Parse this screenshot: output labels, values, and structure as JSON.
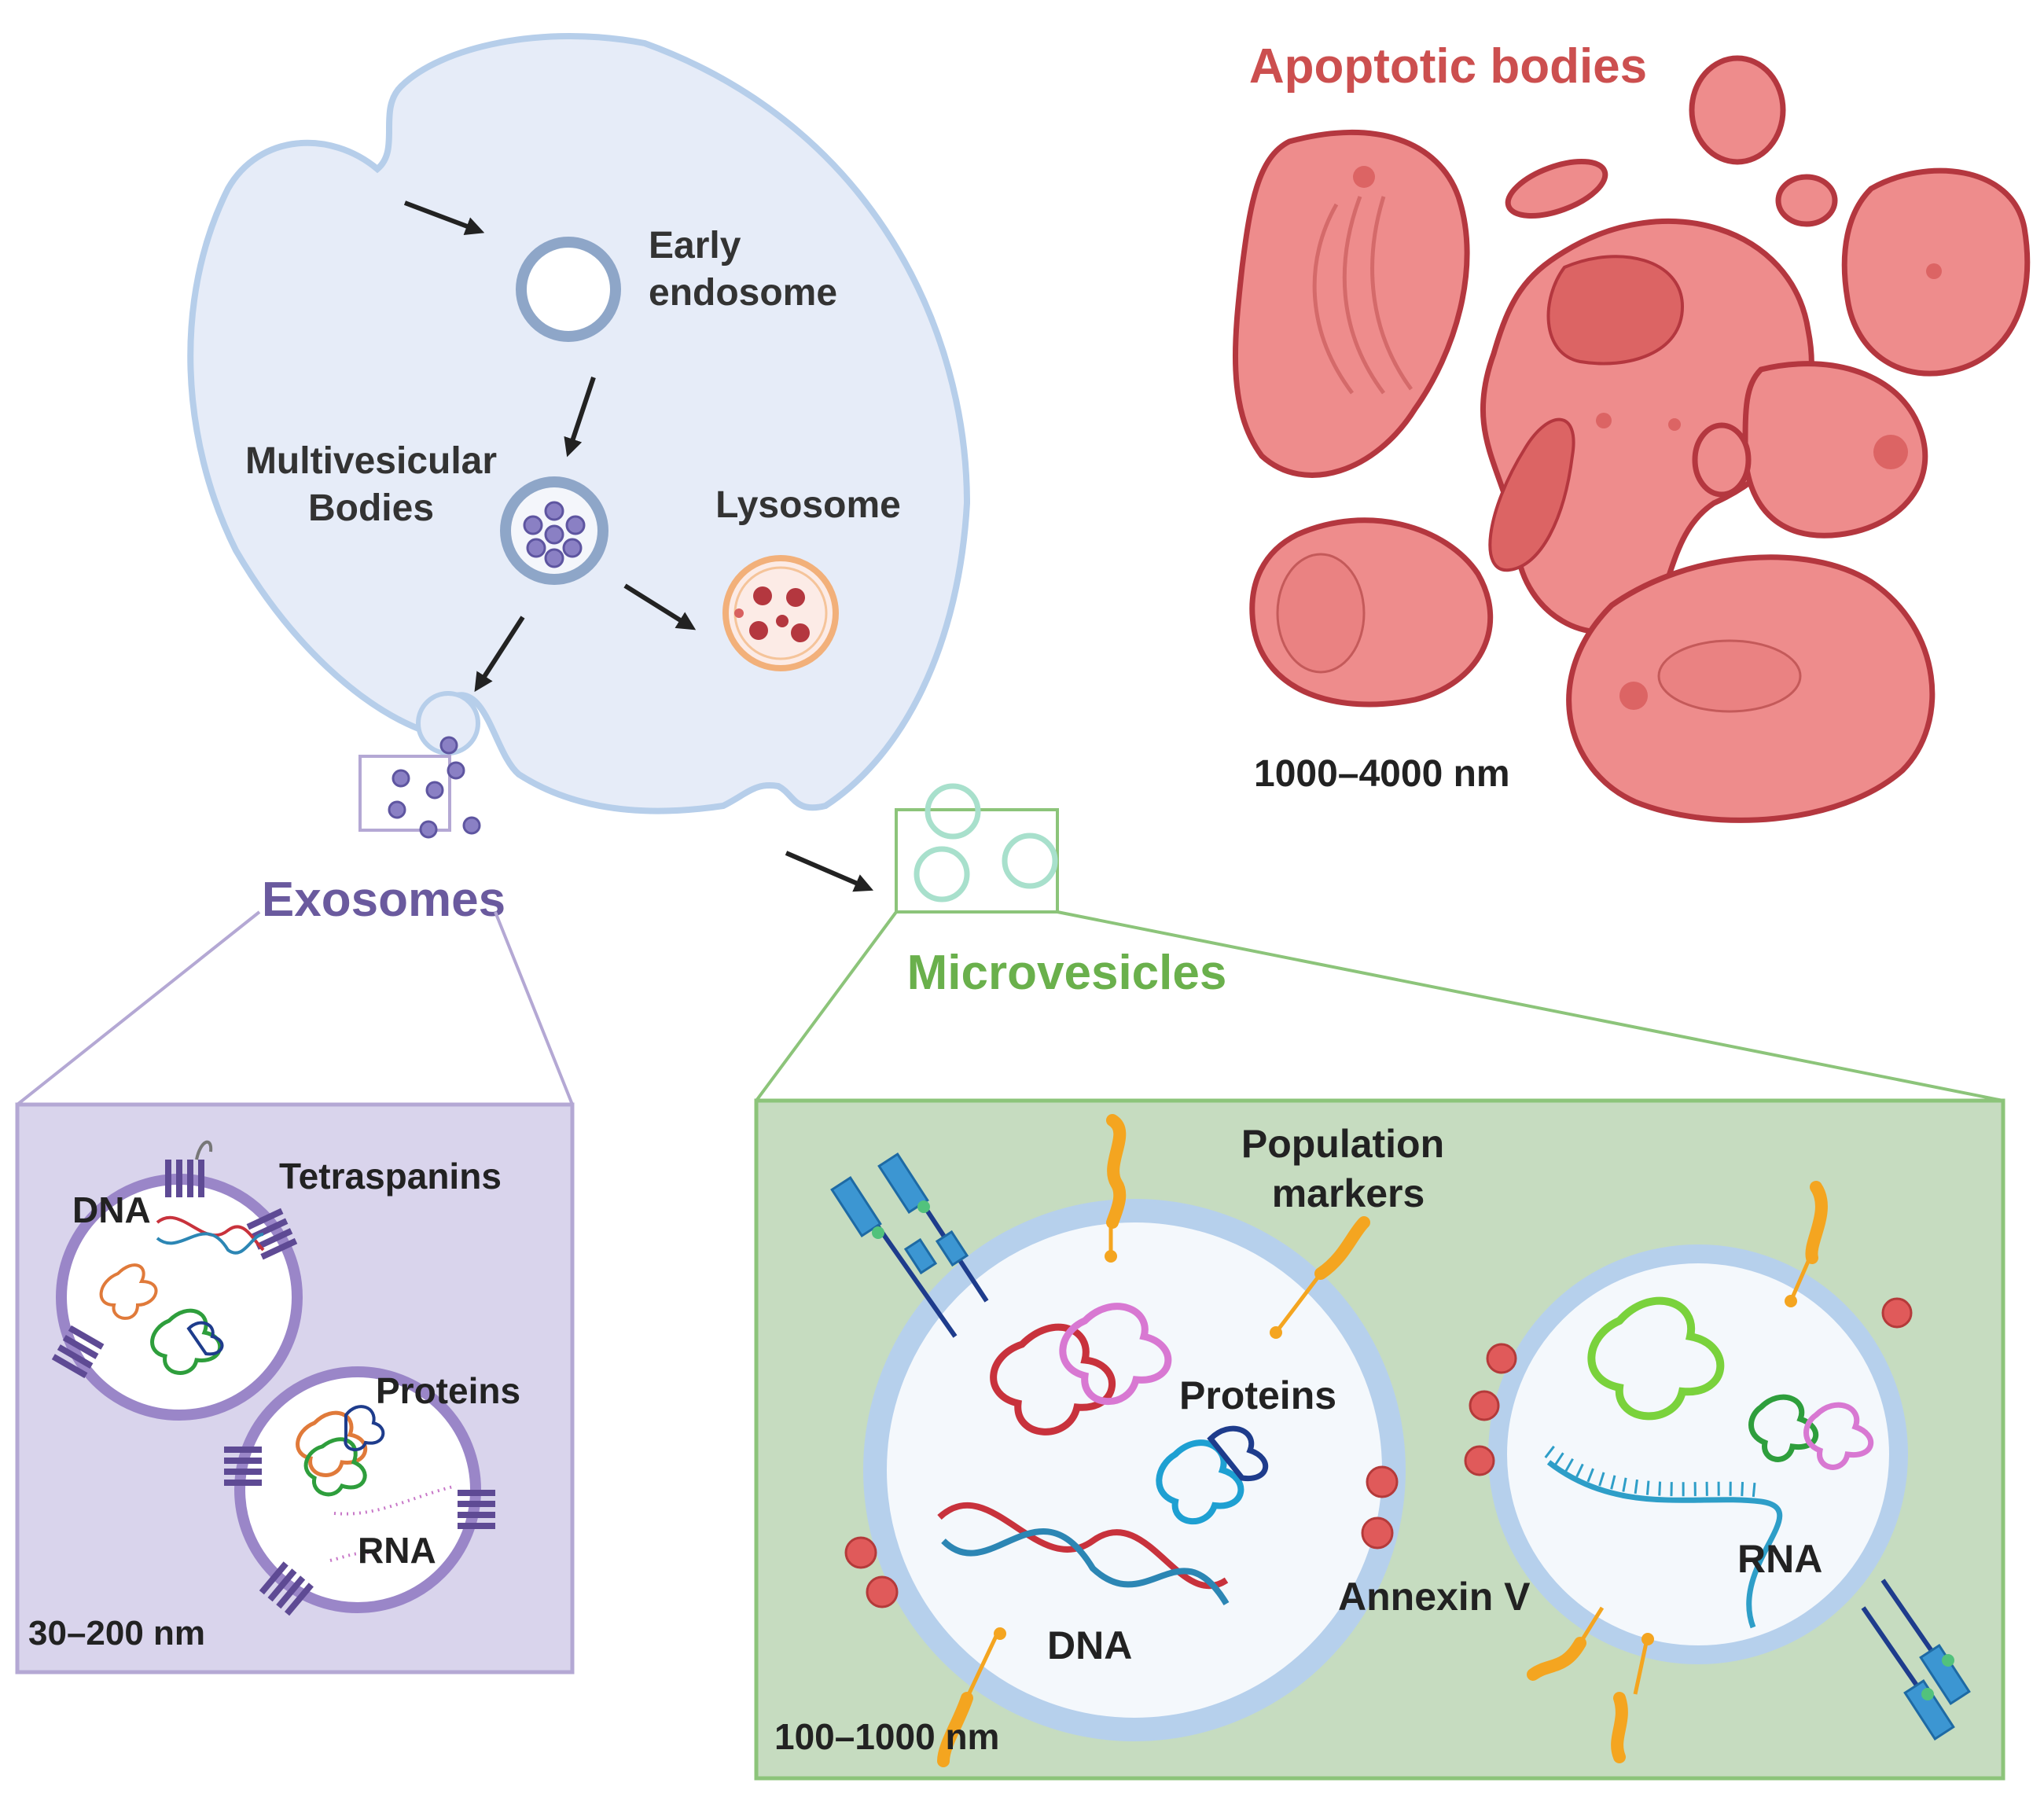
{
  "cell": {
    "early_endosome_line1": "Early",
    "early_endosome_line2": "endosome",
    "mvb_line1": "Multivesicular",
    "mvb_line2": "Bodies",
    "lysosome": "Lysosome"
  },
  "apoptotic": {
    "title": "Apoptotic bodies",
    "size": "1000–4000  nm"
  },
  "exosomes": {
    "title": "Exosomes",
    "dna": "DNA",
    "tetraspanins": "Tetraspanins",
    "proteins": "Proteins",
    "rna": "RNA",
    "size": "30–200 nm"
  },
  "microvesicles": {
    "title": "Microvesicles",
    "population_line1": "Population",
    "population_line2": "markers",
    "proteins": "Proteins",
    "dna": "DNA",
    "rna": "RNA",
    "annexin": "Annexin V",
    "size": "100–1000 nm"
  },
  "colors": {
    "cell_fill": "#e6ecf8",
    "cell_stroke": "#b6ceea",
    "apoptotic_red": "#cc4f4f",
    "apoptotic_fill": "#ee8c8c",
    "exosome_purple": "#6a5a9e",
    "exosome_panel": "#d9d4ec",
    "micro_green": "#6ab04c",
    "micro_panel": "#c6dcc0"
  }
}
